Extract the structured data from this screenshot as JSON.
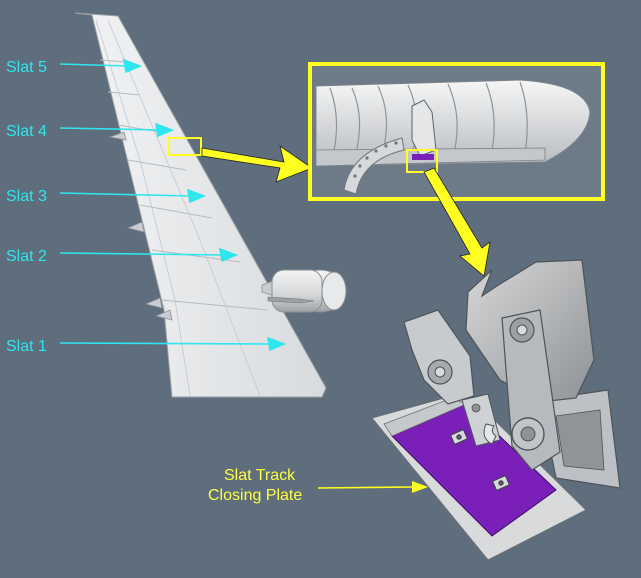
{
  "labels": {
    "slat5": "Slat 5",
    "slat4": "Slat 4",
    "slat3": "Slat 3",
    "slat2": "Slat 2",
    "slat1": "Slat 1",
    "closing_plate_line1": "Slat Track",
    "closing_plate_line2": "Closing Plate"
  },
  "colors": {
    "background": "#5e6e7c",
    "callout": "#2fe6ee",
    "highlight": "#ffff22",
    "closing_plate": "#7a1fb8",
    "wing": "#e4e6e8"
  }
}
